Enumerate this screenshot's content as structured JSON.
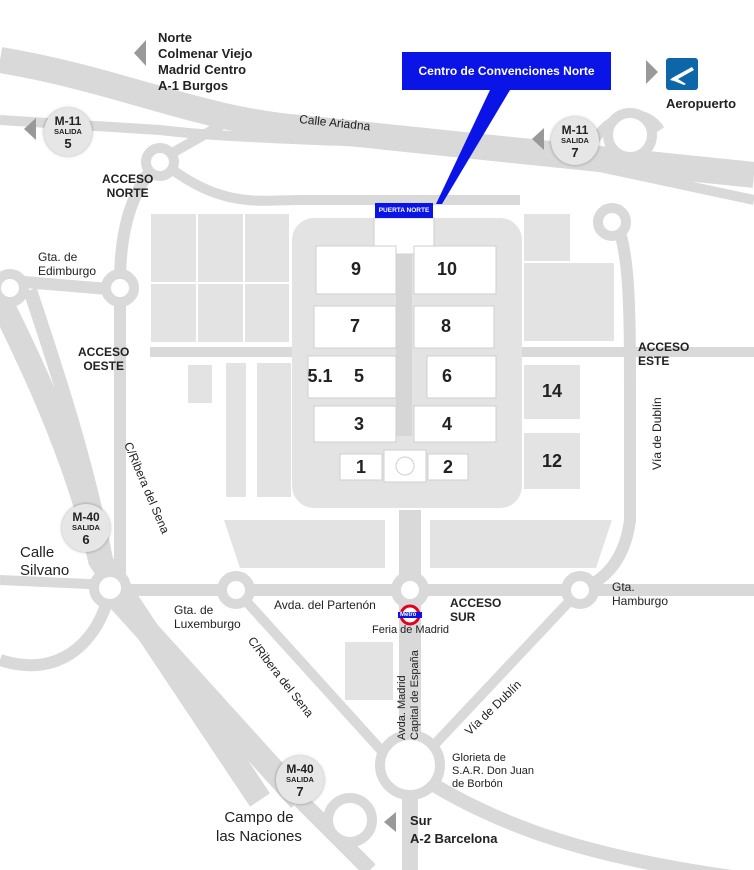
{
  "colors": {
    "road": "#d9d9d9",
    "block": "#e3e3e3",
    "block_dark": "#d2d2d2",
    "hall_fill": "#ffffff",
    "callout_blue": "#0a14e6",
    "airport_blue": "#0d66a8",
    "metro_red": "#e3001b"
  },
  "callout": {
    "label": "Centro de Convenciones Norte"
  },
  "puerta_norte": {
    "label": "PUERTA NORTE"
  },
  "directions": {
    "north": {
      "line1": "Norte",
      "line2": "Colmenar Viejo",
      "line3": "Madrid Centro",
      "line4": "A-1 Burgos"
    },
    "airport": {
      "label": "Aeropuerto",
      "icon": "plane-icon"
    },
    "south": {
      "line1": "Sur",
      "line2": "A-2 Barcelona"
    }
  },
  "badges": {
    "m11_5": {
      "road": "M-11",
      "salida": "SALIDA",
      "num": "5"
    },
    "m11_7": {
      "road": "M-11",
      "salida": "SALIDA",
      "num": "7"
    },
    "m40_6": {
      "road": "M-40",
      "salida": "SALIDA",
      "num": "6"
    },
    "m40_7": {
      "road": "M-40",
      "salida": "SALIDA",
      "num": "7"
    }
  },
  "accesses": {
    "norte": {
      "line1": "ACCESO",
      "line2": "NORTE"
    },
    "oeste": {
      "line1": "ACCESO",
      "line2": "OESTE"
    },
    "este": {
      "line1": "ACCESO",
      "line2": "ESTE"
    },
    "sur": {
      "line1": "ACCESO",
      "line2": "SUR"
    }
  },
  "streets": {
    "calle_ariadna": "Calle Ariadna",
    "gta_edimburgo": {
      "line1": "Gta. de",
      "line2": "Edimburgo"
    },
    "ribera_sena_n": "C/Ribera del Sena",
    "ribera_sena_s": "C/Ribera del Sena",
    "via_dublin_e": "Vía de Dublín",
    "via_dublin_s": "Vía de Dublín",
    "calle_silvano": {
      "line1": "Calle",
      "line2": "Silvano"
    },
    "gta_luxemburgo": {
      "line1": "Gta. de",
      "line2": "Luxemburgo"
    },
    "avda_partenon": "Avda. del Partenón",
    "gta_hamburgo": {
      "line1": "Gta.",
      "line2": "Hamburgo"
    },
    "metro": "Feria de Madrid",
    "metro_icon_text": "Metro",
    "avda_madrid": {
      "line1": "Avda. Madrid",
      "line2": "Capital de España"
    },
    "glorieta": {
      "line1": "Glorieta de",
      "line2": "S.A.R. Don Juan",
      "line3": "de Borbón"
    },
    "campo_naciones": {
      "line1": "Campo de",
      "line2": "las Naciones"
    }
  },
  "halls": {
    "h1": "1",
    "h2": "2",
    "h3": "3",
    "h4": "4",
    "h5": "5",
    "h5_1": "5.1",
    "h6": "6",
    "h7": "7",
    "h8": "8",
    "h9": "9",
    "h10": "10",
    "h12": "12",
    "h14": "14"
  }
}
